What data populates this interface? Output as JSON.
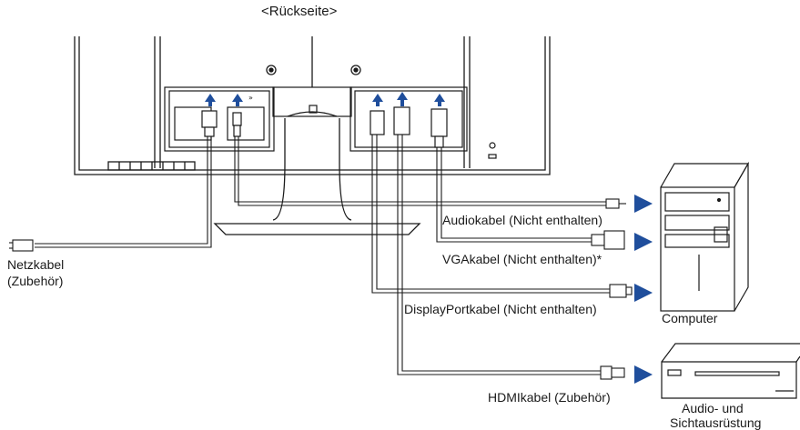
{
  "diagram": {
    "title": "<Rückseite>",
    "labels": {
      "power_cable_line1": "Netzkabel",
      "power_cable_line2": "(Zubehör)",
      "audio_cable": "Audiokabel (Nicht enthalten)",
      "vga_cable": "VGAkabel (Nicht enthalten)*",
      "displayport_cable": "DisplayPortkabel (Nicht enthalten)",
      "computer": "Computer",
      "hdmi_cable": "HDMIkabel (Zubehör)",
      "av_equipment_line1": "Audio- und",
      "av_equipment_line2": "Sichtausrüstung"
    },
    "colors": {
      "line": "#1a1a1a",
      "arrow": "#1f4e9c",
      "background": "#ffffff"
    }
  }
}
